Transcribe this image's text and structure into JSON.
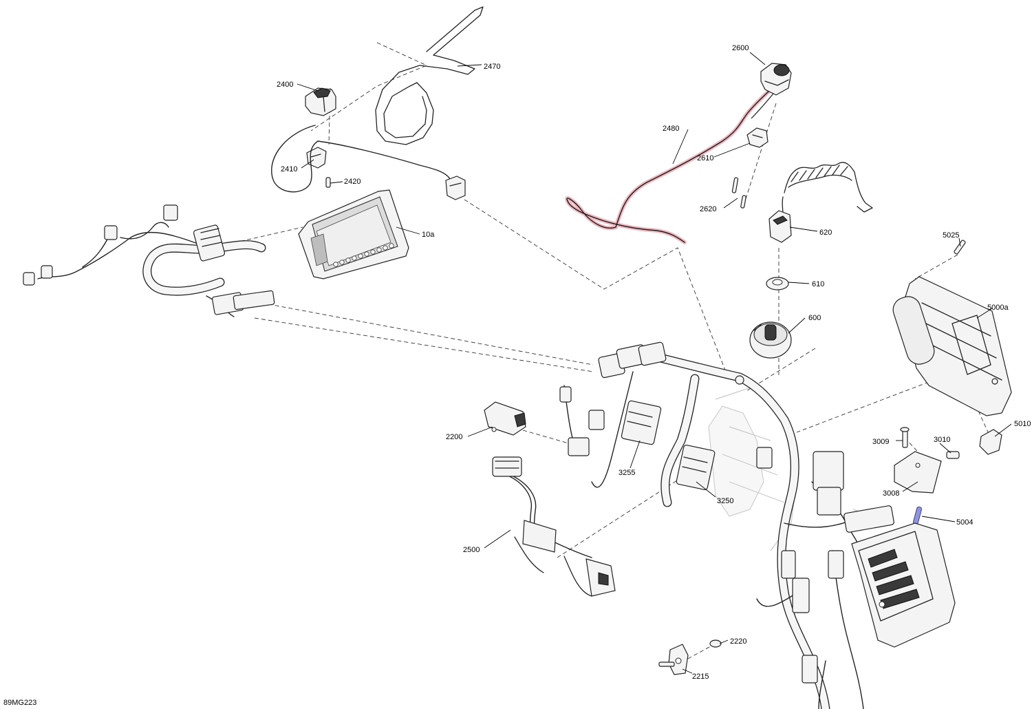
{
  "drawing": {
    "id": "89MG223"
  },
  "colors": {
    "line": "#222222",
    "highlight": "#e8a6b0",
    "highlight_core": "#b3243c",
    "blue_part": "#8f95d8"
  },
  "parts": [
    {
      "key": "p2470",
      "label": "2470"
    },
    {
      "key": "p2400",
      "label": "2400"
    },
    {
      "key": "p2410",
      "label": "2410"
    },
    {
      "key": "p2420",
      "label": "2420"
    },
    {
      "key": "p10a",
      "label": "10a"
    },
    {
      "key": "p2600",
      "label": "2600"
    },
    {
      "key": "p2480",
      "label": "2480"
    },
    {
      "key": "p2610",
      "label": "2610"
    },
    {
      "key": "p2620",
      "label": "2620"
    },
    {
      "key": "p620",
      "label": "620"
    },
    {
      "key": "p610",
      "label": "610"
    },
    {
      "key": "p600",
      "label": "600"
    },
    {
      "key": "p5025",
      "label": "5025"
    },
    {
      "key": "p5000a",
      "label": "5000a"
    },
    {
      "key": "p5010",
      "label": "5010"
    },
    {
      "key": "p3009",
      "label": "3009"
    },
    {
      "key": "p3010",
      "label": "3010"
    },
    {
      "key": "p3008",
      "label": "3008"
    },
    {
      "key": "p5004",
      "label": "5004"
    },
    {
      "key": "p2200",
      "label": "2200"
    },
    {
      "key": "p3255",
      "label": "3255"
    },
    {
      "key": "p3250",
      "label": "3250"
    },
    {
      "key": "p2500",
      "label": "2500"
    },
    {
      "key": "p2220",
      "label": "2220"
    },
    {
      "key": "p2215",
      "label": "2215"
    }
  ]
}
